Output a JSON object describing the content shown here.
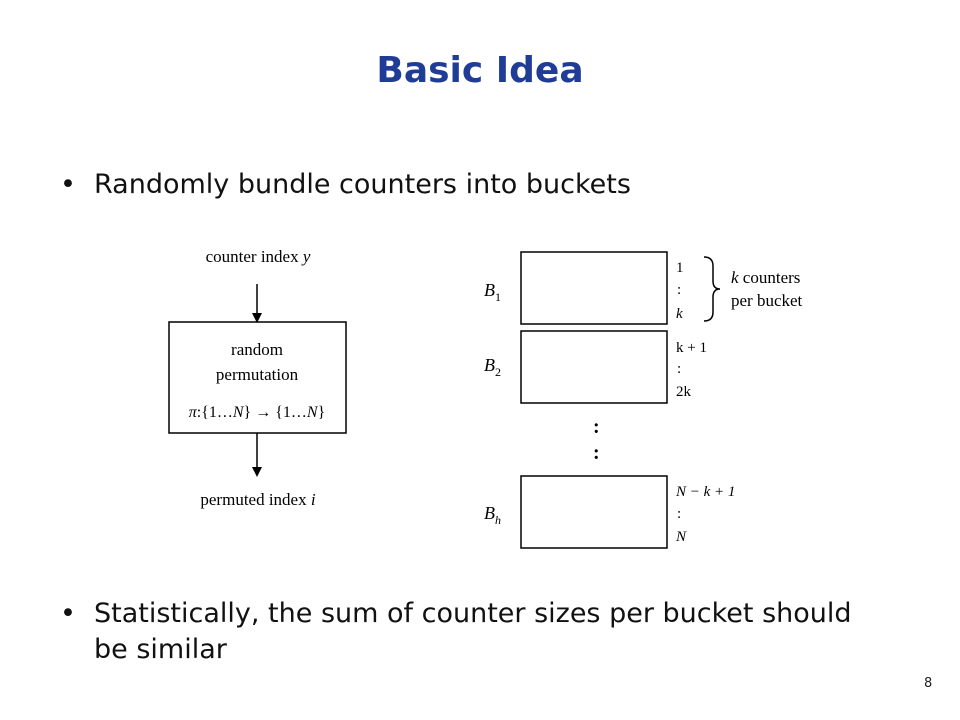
{
  "slide": {
    "title": "Basic Idea",
    "bullets": [
      "Randomly bundle counters into buckets",
      "Statistically, the sum of counter sizes per bucket should be similar"
    ],
    "page_number": "8"
  },
  "diagram": {
    "left": {
      "input_label": "counter index",
      "input_var": "y",
      "box_line1": "random",
      "box_line2": "permutation",
      "mapping_pi": "π",
      "mapping_domain": ":{1…",
      "mapping_N1": "N",
      "mapping_mid": "} → {1…",
      "mapping_N2": "N",
      "mapping_end": "}",
      "output_label": "permuted index",
      "output_var": "i"
    },
    "buckets": [
      {
        "label": "B",
        "sub": "1",
        "top": "1",
        "mid": ":",
        "bottom": "k"
      },
      {
        "label": "B",
        "sub": "2",
        "top": "k + 1",
        "mid": ":",
        "bottom": "2k"
      },
      {
        "label": "B",
        "sub": "h",
        "top": "N − k + 1",
        "mid": ":",
        "bottom": "N"
      }
    ],
    "brace_k": "k",
    "brace_line1": " counters",
    "brace_line2": "per bucket",
    "vdots": ":"
  }
}
